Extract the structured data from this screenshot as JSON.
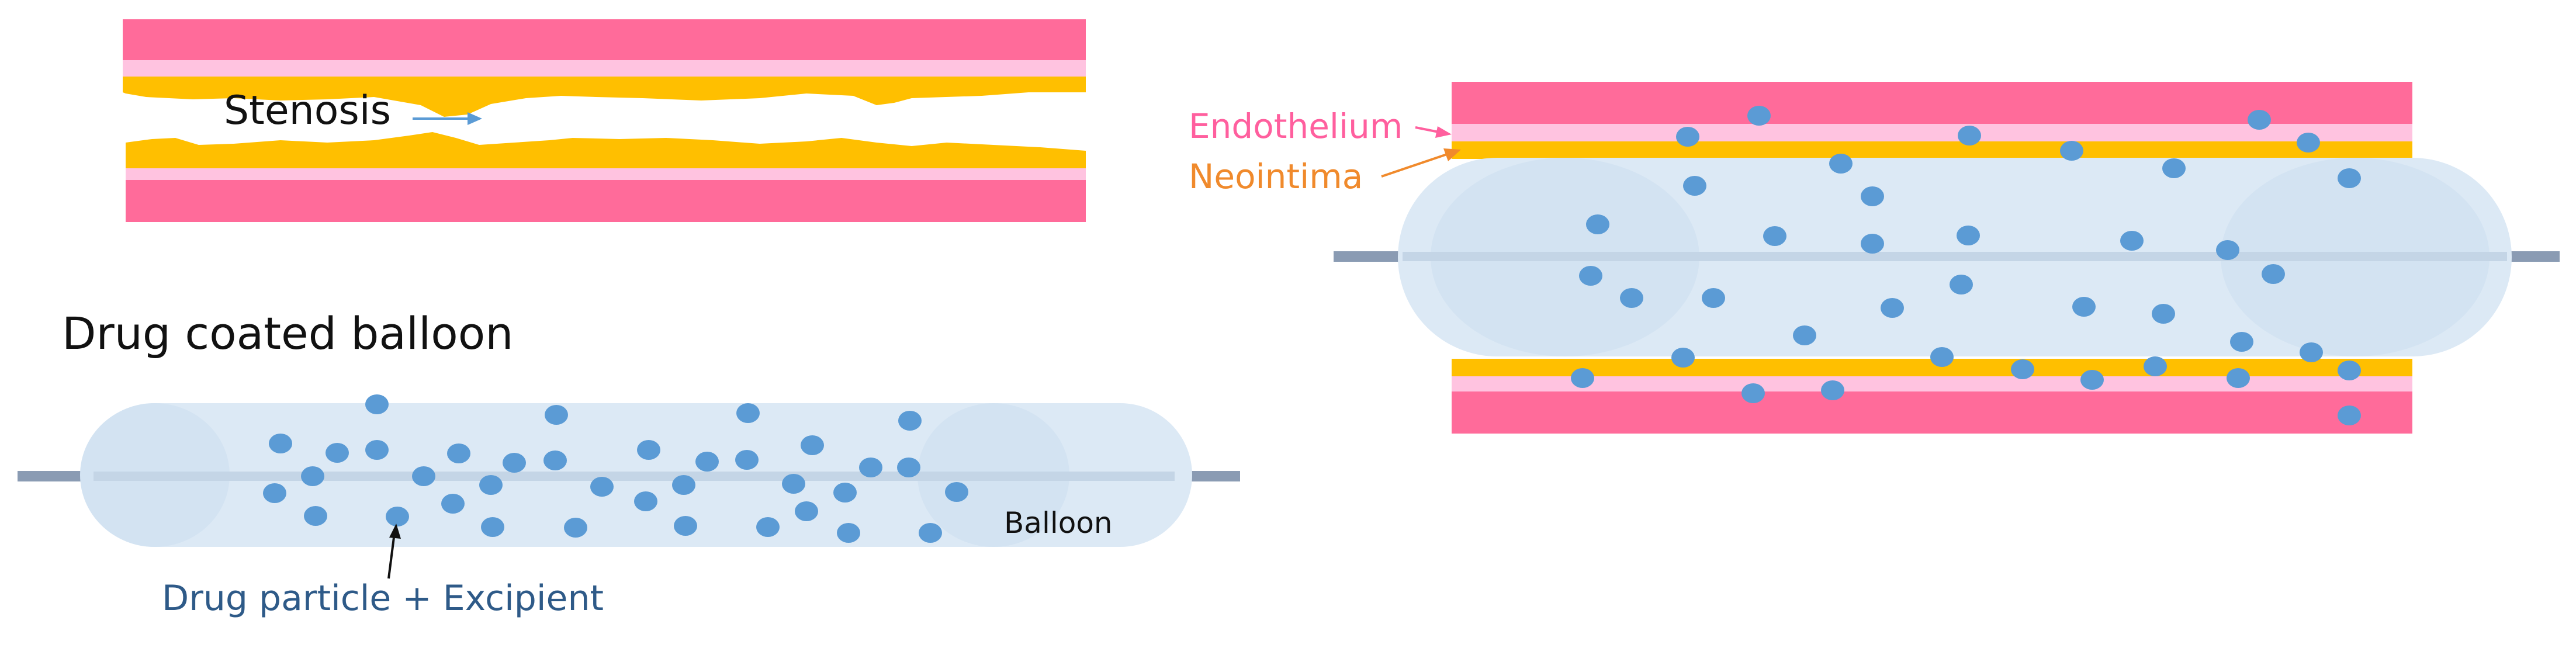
{
  "labels": {
    "stenosis": "Stenosis",
    "drug_coated_balloon": "Drug coated balloon",
    "balloon": "Balloon",
    "drug_particle": "Drug particle + Excipient",
    "endothelium": "Endothelium",
    "neointima": "Neointima"
  },
  "colors": {
    "vessel_wall": "#ff6b9a",
    "endothelium": "#ffc3e0",
    "neointima": "#ffbf00",
    "balloon": "#dce9f5",
    "balloon_edge": "#c9dcef",
    "catheter": "#8a9bb3",
    "particle": "#5b9bd5",
    "endothelium_text": "#ff5f9e",
    "neointima_text": "#f08a2c",
    "drug_text": "#2e5a88",
    "arrow_blue": "#5b9bd5"
  }
}
